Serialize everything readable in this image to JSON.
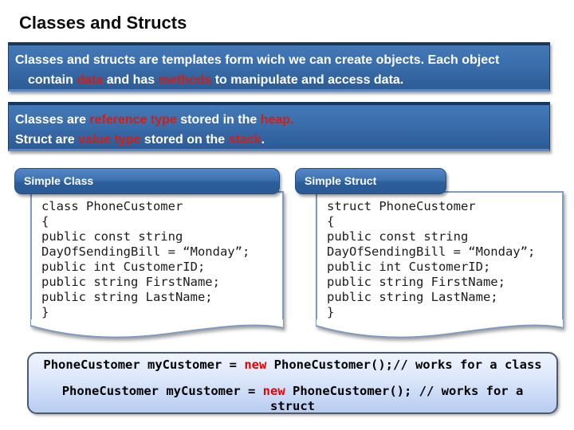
{
  "slide": {
    "title": "Classes and Structs"
  },
  "intro_banner": {
    "line1": "Classes and structs are templates form wich we can create objects. Each object",
    "line2_pre": "contain ",
    "line2_red1": "data",
    "line2_mid": " and has ",
    "line2_red2": "methods",
    "line2_post": " to manipulate and access data."
  },
  "storage_banner": {
    "line1_pre": "Classes are ",
    "line1_red1": "reference type",
    "line1_mid": " stored in the ",
    "line1_red2": "heap.",
    "line2_pre": "Struct are ",
    "line2_red1": "value type",
    "line2_mid": " stored on the ",
    "line2_red2": "stack",
    "line2_post": "."
  },
  "class_panel": {
    "header": "Simple Class",
    "code": "class PhoneCustomer\n{\npublic const string\nDayOfSendingBill = “Monday”;\npublic int CustomerID;\npublic string FirstName;\npublic string LastName;\n}"
  },
  "struct_panel": {
    "header": "Simple Struct",
    "code": "struct PhoneCustomer\n{\npublic const string\nDayOfSendingBill = “Monday”;\npublic int CustomerID;\npublic string FirstName;\npublic string LastName;\n}"
  },
  "instantiation": {
    "line1_pre": "PhoneCustomer myCustomer = ",
    "line1_keyword": "new",
    "line1_post": " PhoneCustomer();// works for a class",
    "line2_pre": "PhoneCustomer myCustomer = ",
    "line2_keyword": "new",
    "line2_post": " PhoneCustomer(); // works for a",
    "line3": "struct"
  },
  "colors": {
    "banner_blue": "#3a6dab",
    "banner_top_edge": "#16365c",
    "accent_red": "#cf2018",
    "code_keyword_red": "#e60000",
    "codebox_border": "#7e9cc0"
  }
}
